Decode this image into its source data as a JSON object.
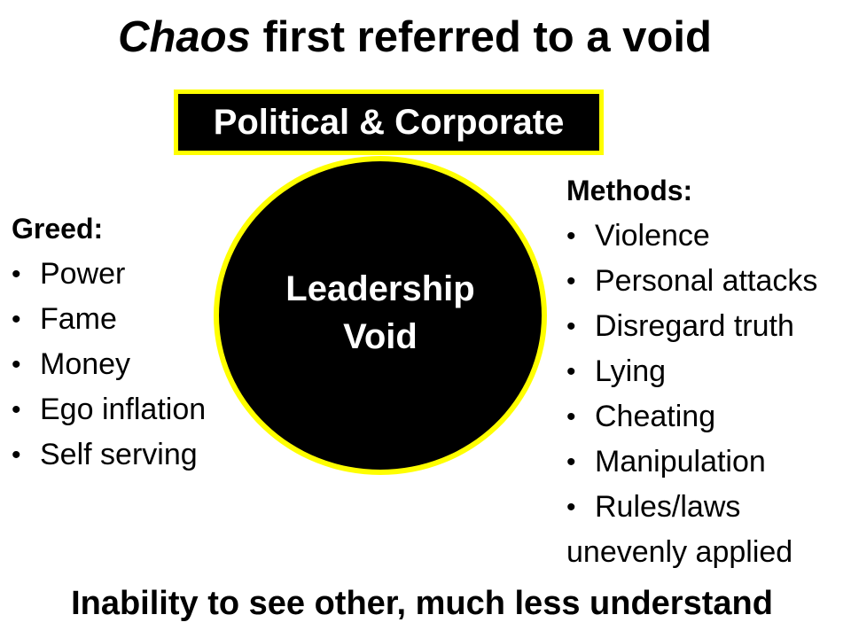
{
  "title": {
    "italic": "Chaos",
    "rest": "first referred to a void"
  },
  "banner": "Political & Corporate",
  "center": {
    "line1": "Leadership",
    "line2": "Void"
  },
  "greed": {
    "heading": "Greed:",
    "items": [
      "Power",
      "Fame",
      "Money",
      "Ego inflation",
      "Self serving"
    ]
  },
  "methods": {
    "heading": "Methods:",
    "items": [
      "Violence",
      "Personal attacks",
      "Disregard truth",
      "Lying",
      "Cheating",
      "Manipulation",
      "Rules/laws"
    ],
    "continuation": "unevenly applied"
  },
  "footer": "Inability to see other, much less understand",
  "colors": {
    "accent": "#ffff00",
    "fill": "#000000",
    "text": "#000000",
    "background": "#ffffff"
  }
}
